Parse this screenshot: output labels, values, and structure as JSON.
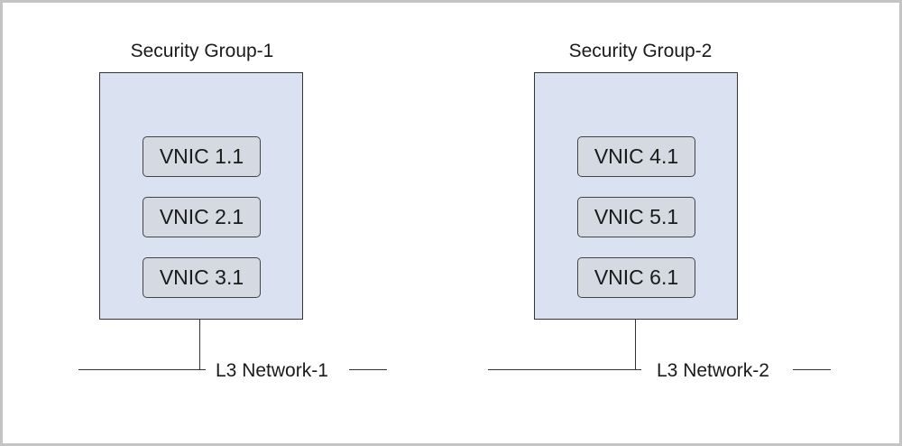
{
  "diagram": {
    "groups": [
      {
        "title": "Security Group-1",
        "vnics": [
          "VNIC 1.1",
          "VNIC 2.1",
          "VNIC 3.1"
        ],
        "network": "L3 Network-1"
      },
      {
        "title": "Security Group-2",
        "vnics": [
          "VNIC 4.1",
          "VNIC 5.1",
          "VNIC 6.1"
        ],
        "network": "L3 Network-2"
      }
    ]
  }
}
